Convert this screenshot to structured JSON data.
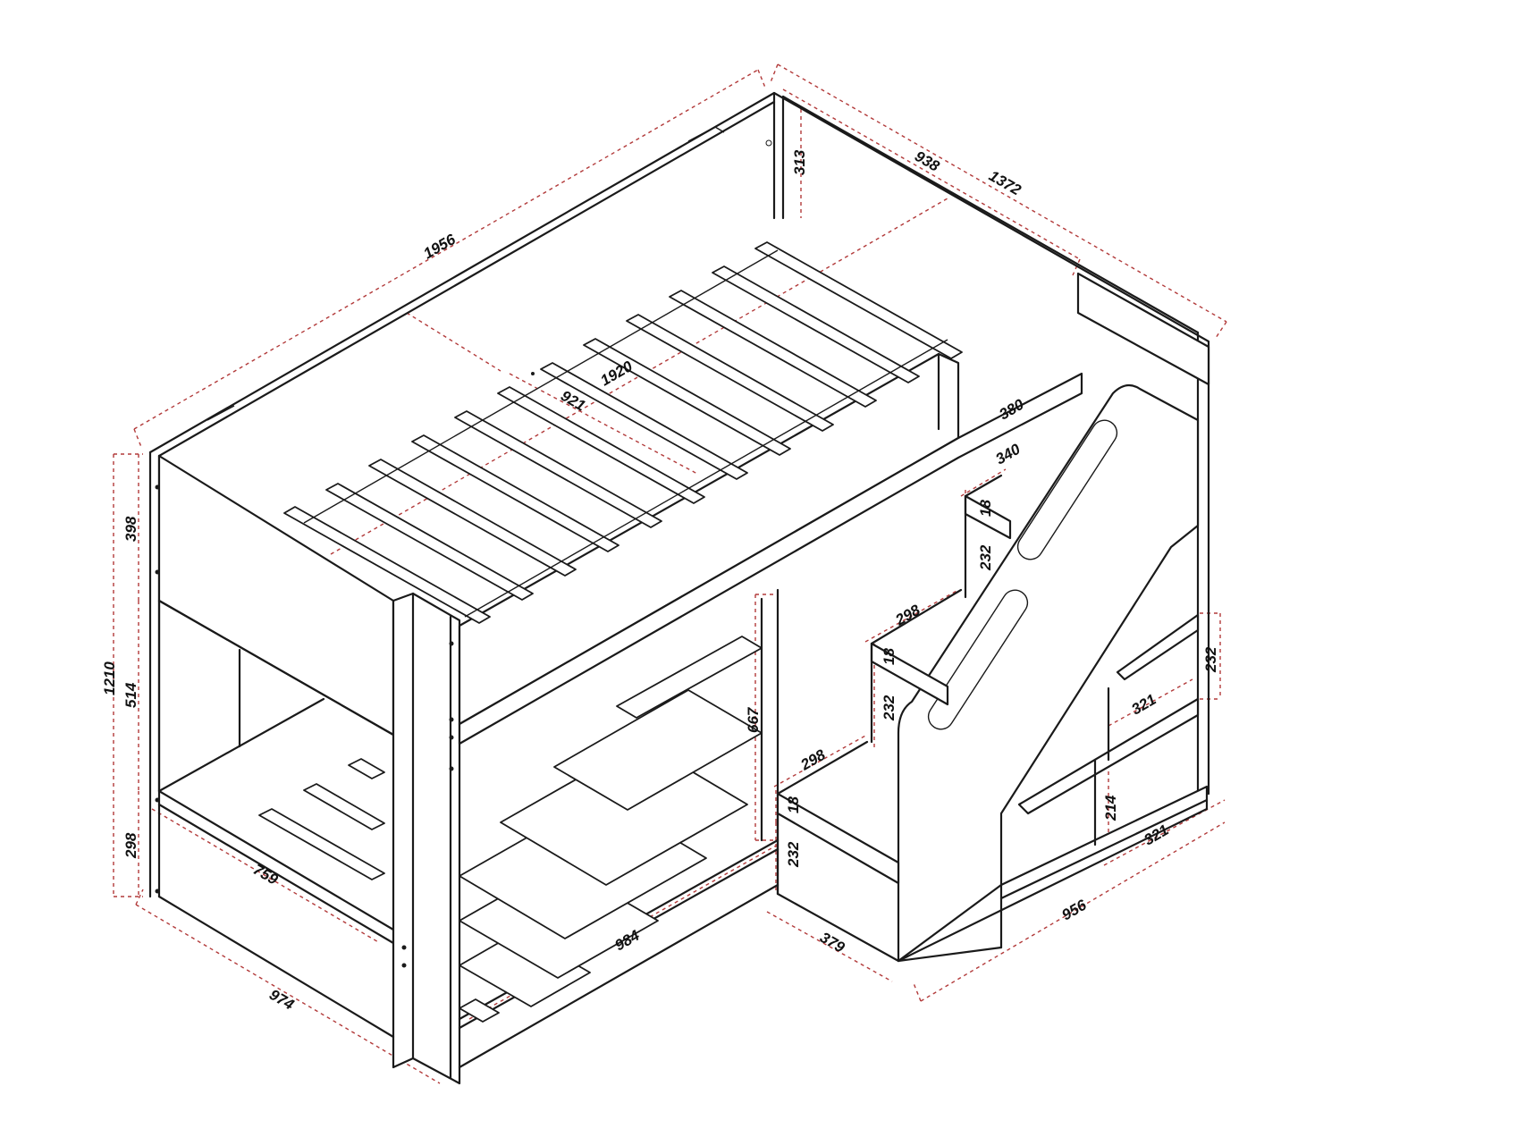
{
  "diagram": {
    "dimensions": {
      "overall_length": "1956",
      "overall_depth": "1372",
      "top_inner_width": "938",
      "headboard_height": "313",
      "top_mattress_length": "1920",
      "top_mattress_width": "921",
      "guard_gap": "380",
      "step_width_top": "340",
      "step_thickness_top": "18",
      "step_height_top": "232",
      "step_depth_upper": "298",
      "step_thickness_mid": "18",
      "step_height_mid": "232",
      "step_depth_mid": "298",
      "step_thickness_low": "18",
      "step_height_low": "232",
      "bottom_opening_height": "667",
      "shelf_height_right": "232",
      "shelf_depth_mid": "321",
      "shelf_height_low": "214",
      "shelf_depth_low": "321",
      "stair_base_length": "956",
      "stair_base_depth": "379",
      "total_height": "1210",
      "upper_rail_height": "398",
      "mid_height": "514",
      "lower_height": "298",
      "bottom_inner_width": "759",
      "bottom_mattress_length": "984",
      "bottom_overall_width": "974"
    },
    "colors": {
      "line": "#1a1a1a",
      "dimension": "#b23a3a",
      "background": "#ffffff"
    }
  }
}
